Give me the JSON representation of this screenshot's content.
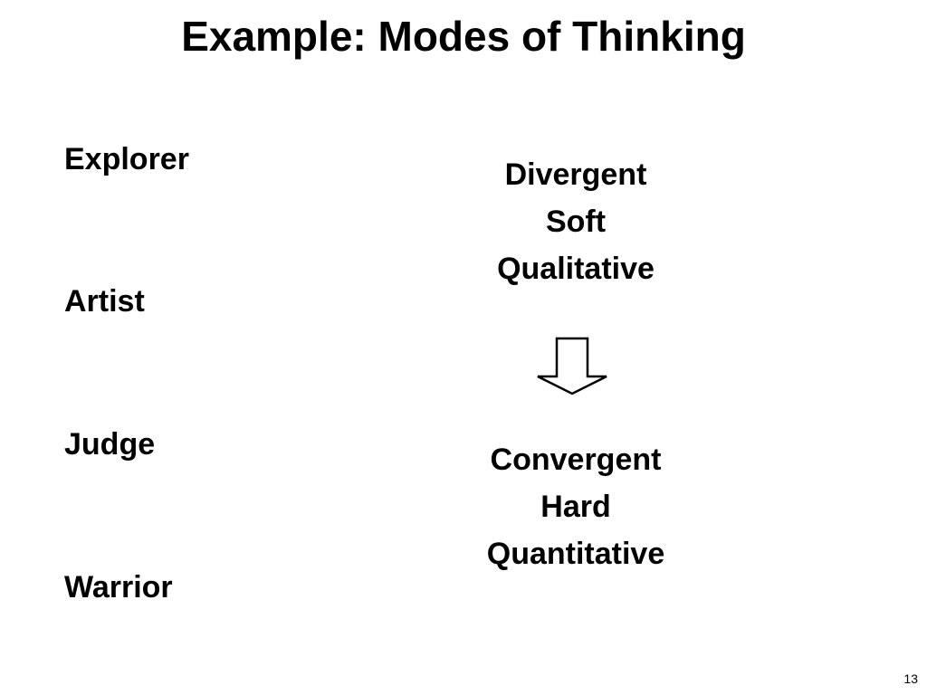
{
  "slide": {
    "title": "Example: Modes of Thinking",
    "modes": [
      "Explorer",
      "Artist",
      "Judge",
      "Warrior"
    ],
    "divergent_group": [
      "Divergent",
      "Soft",
      "Qualitative"
    ],
    "convergent_group": [
      "Convergent",
      "Hard",
      "Quantitative"
    ],
    "page_number": "13"
  }
}
